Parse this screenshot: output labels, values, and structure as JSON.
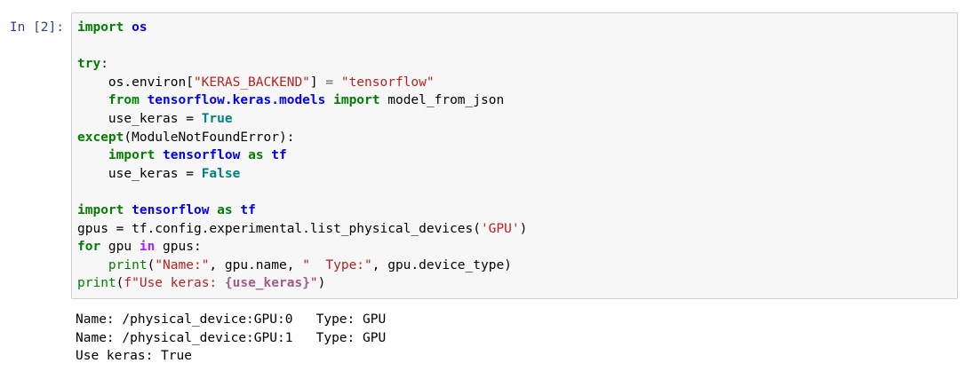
{
  "cell": {
    "prompt_label": "In [2]:",
    "execution_count": 2,
    "code_lines": [
      "import os",
      "",
      "try:",
      "    os.environ[\"KERAS_BACKEND\"] = \"tensorflow\"",
      "    from tensorflow.keras.models import model_from_json",
      "    use_keras = True",
      "except(ModuleNotFoundError):",
      "    import tensorflow as tf",
      "    use_keras = False",
      "",
      "import tensorflow as tf",
      "gpus = tf.config.experimental.list_physical_devices('GPU')",
      "for gpu in gpus:",
      "    print(\"Name:\", gpu.name, \"  Type:\", gpu.device_type)",
      "print(f\"Use keras: {use_keras}\")"
    ],
    "tokens": {
      "l1": {
        "kw_import": "import",
        "mod_os": "os"
      },
      "l3": {
        "kw_try": "try",
        "colon": ":"
      },
      "l4": {
        "name": "    os.environ",
        "lbracket": "[",
        "str_key": "\"KERAS_BACKEND\"",
        "rbracket": "]",
        "eq": " = ",
        "str_val": "\"tensorflow\""
      },
      "l5": {
        "kw_from": "from",
        "mod": "tensorflow.keras.models",
        "kw_import": "import",
        "name": "model_from_json"
      },
      "l6": {
        "name": "    use_keras = ",
        "const_true": "True"
      },
      "l7": {
        "kw_except": "except",
        "exc": "(ModuleNotFoundError):"
      },
      "l8": {
        "kw_import": "import",
        "mod": "tensorflow",
        "kw_as": "as",
        "alias": "tf"
      },
      "l9": {
        "name": "    use_keras = ",
        "const_false": "False"
      },
      "l11": {
        "kw_import": "import",
        "mod": "tensorflow",
        "kw_as": "as",
        "alias": "tf"
      },
      "l12": {
        "name": "gpus = tf.config.experimental.list_physical_devices(",
        "str_gpu": "'GPU'",
        "rparen": ")"
      },
      "l13": {
        "kw_for": "for",
        "var": " gpu ",
        "kw_in": "in",
        "iter": " gpus:"
      },
      "l14": {
        "fn_print": "    print",
        "lparen": "(",
        "str_name": "\"Name:\"",
        "arg1": ", gpu.name, ",
        "str_type": "\"  Type:\"",
        "arg2": ", gpu.device_type",
        "rparen": ")"
      },
      "l15": {
        "fn_print": "print",
        "lparen": "(",
        "fstr_open": "f\"Use keras: ",
        "interp": "{use_keras}",
        "fstr_close": "\"",
        "rparen": ")"
      }
    }
  },
  "output": {
    "stream_lines": [
      "Name: /physical_device:GPU:0   Type: GPU",
      "Name: /physical_device:GPU:1   Type: GPU",
      "Use keras: True"
    ],
    "gpu_devices": [
      {
        "name": "/physical_device:GPU:0",
        "type": "GPU"
      },
      {
        "name": "/physical_device:GPU:1",
        "type": "GPU"
      }
    ],
    "use_keras": "True"
  },
  "colors": {
    "cell_background": "#f7f7f7",
    "cell_border": "#cfcfcf",
    "prompt_text": "#303f9f",
    "keyword": "#007f00",
    "operator_word": "#aa22ff",
    "namespace": "#0000ff",
    "builtin": "#008000",
    "constant": "#008080",
    "string": "#ba2121",
    "string_interp": "#a45a8a",
    "plain_text": "#000000",
    "page_background": "#ffffff"
  }
}
